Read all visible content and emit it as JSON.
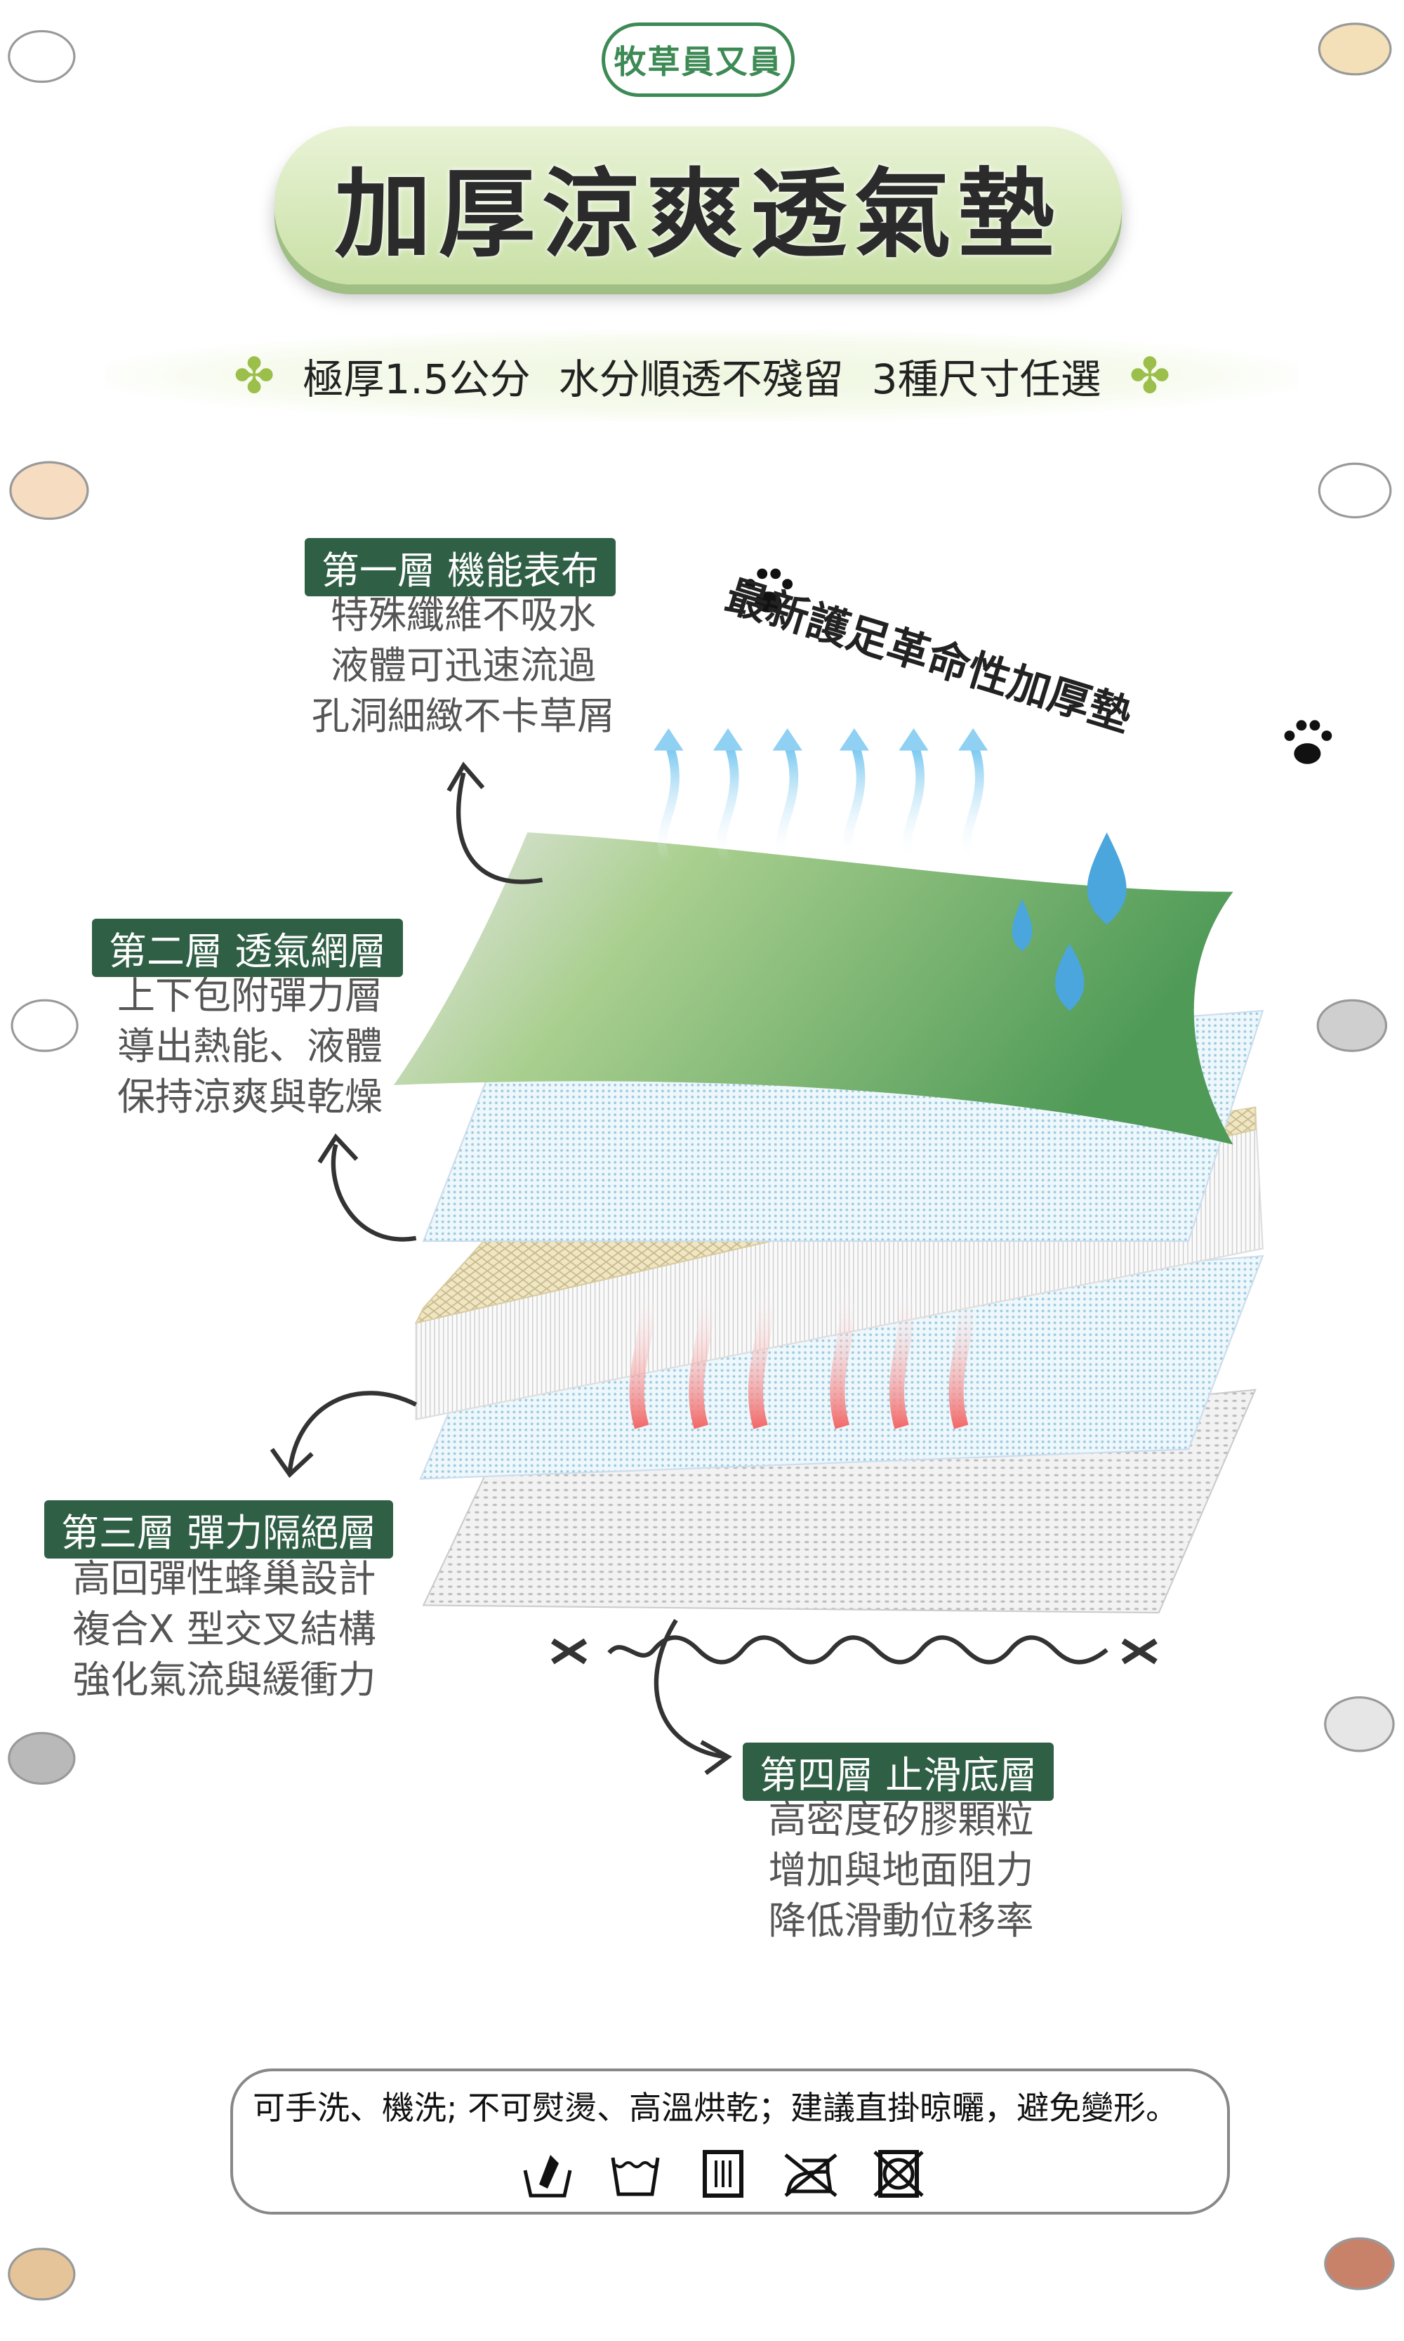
{
  "logo": {
    "text": "牧草員又員"
  },
  "title": "加厚涼爽透氣墊",
  "features": [
    "極厚1.5公分",
    "水分順透不殘留",
    "3種尺寸任選"
  ],
  "tagline": "最新護足革命性加厚墊",
  "layers": [
    {
      "label": "第一層 機能表布",
      "lines": [
        "特殊纖維不吸水",
        "液體可迅速流過",
        "孔洞細緻不卡草屑"
      ]
    },
    {
      "label": "第二層 透氣網層",
      "lines": [
        "上下包附彈力層",
        "導出熱能、液體",
        "保持涼爽與乾燥"
      ]
    },
    {
      "label": "第三層  彈力隔絕層",
      "lines": [
        "高回彈性蜂巢設計",
        "複合X 型交叉結構",
        "強化氣流與緩衝力"
      ]
    },
    {
      "label": "第四層  止滑底層",
      "lines": [
        "高密度矽膠顆粒",
        "增加與地面阻力",
        "降低滑動位移率"
      ]
    }
  ],
  "care": {
    "text": "可手洗、機洗; 不可熨燙、高溫烘乾；建議直掛晾曬，避免變形。",
    "icons": [
      "hand-wash-icon",
      "machine-wash-icon",
      "line-dry-icon",
      "no-iron-icon",
      "no-tumble-dry-icon"
    ]
  },
  "colors": {
    "label_bg": "#2f5f45",
    "green_sheet": "#6aaa5e",
    "logo": "#3d8a55"
  }
}
